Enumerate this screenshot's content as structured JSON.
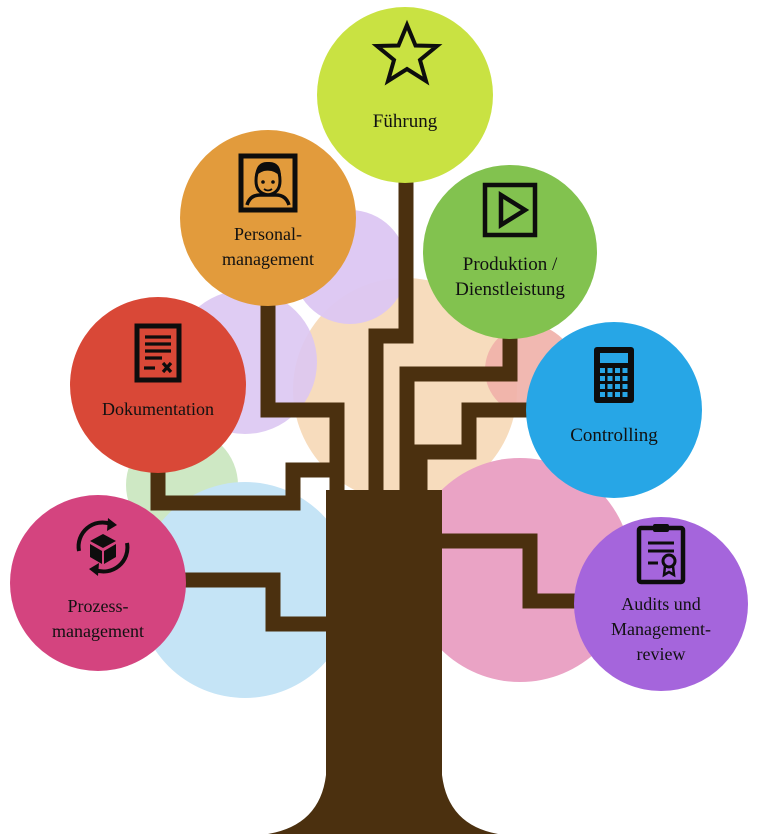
{
  "diagram": {
    "nodes": [
      {
        "id": "fuehrung",
        "lines": [
          "Führung"
        ],
        "color": "#c9e242",
        "icon": "star-icon"
      },
      {
        "id": "personalmanagement",
        "lines": [
          "Personal-",
          "management"
        ],
        "color": "#e29b3c",
        "icon": "person-portrait-icon"
      },
      {
        "id": "produktion",
        "lines": [
          "Produktion /",
          "Dienstleistung"
        ],
        "color": "#82c24f",
        "icon": "play-button-icon"
      },
      {
        "id": "dokumentation",
        "lines": [
          "Dokumentation"
        ],
        "color": "#d94837",
        "icon": "document-icon"
      },
      {
        "id": "controlling",
        "lines": [
          "Controlling"
        ],
        "color": "#27a6e6",
        "icon": "calculator-icon"
      },
      {
        "id": "prozessmanagement",
        "lines": [
          "Prozess-",
          "management"
        ],
        "color": "#d4447f",
        "icon": "process-cycle-icon"
      },
      {
        "id": "audits",
        "lines": [
          "Audits und",
          "Management-",
          "review"
        ],
        "color": "#a565dc",
        "icon": "certificate-icon"
      }
    ],
    "trunk_color": "#4b300f",
    "background_circle_colors": [
      "#f7dcbd",
      "#dcc6f2",
      "#c5e4f6",
      "#eaa3c5",
      "#c9e6be",
      "#f0b0a8"
    ]
  }
}
